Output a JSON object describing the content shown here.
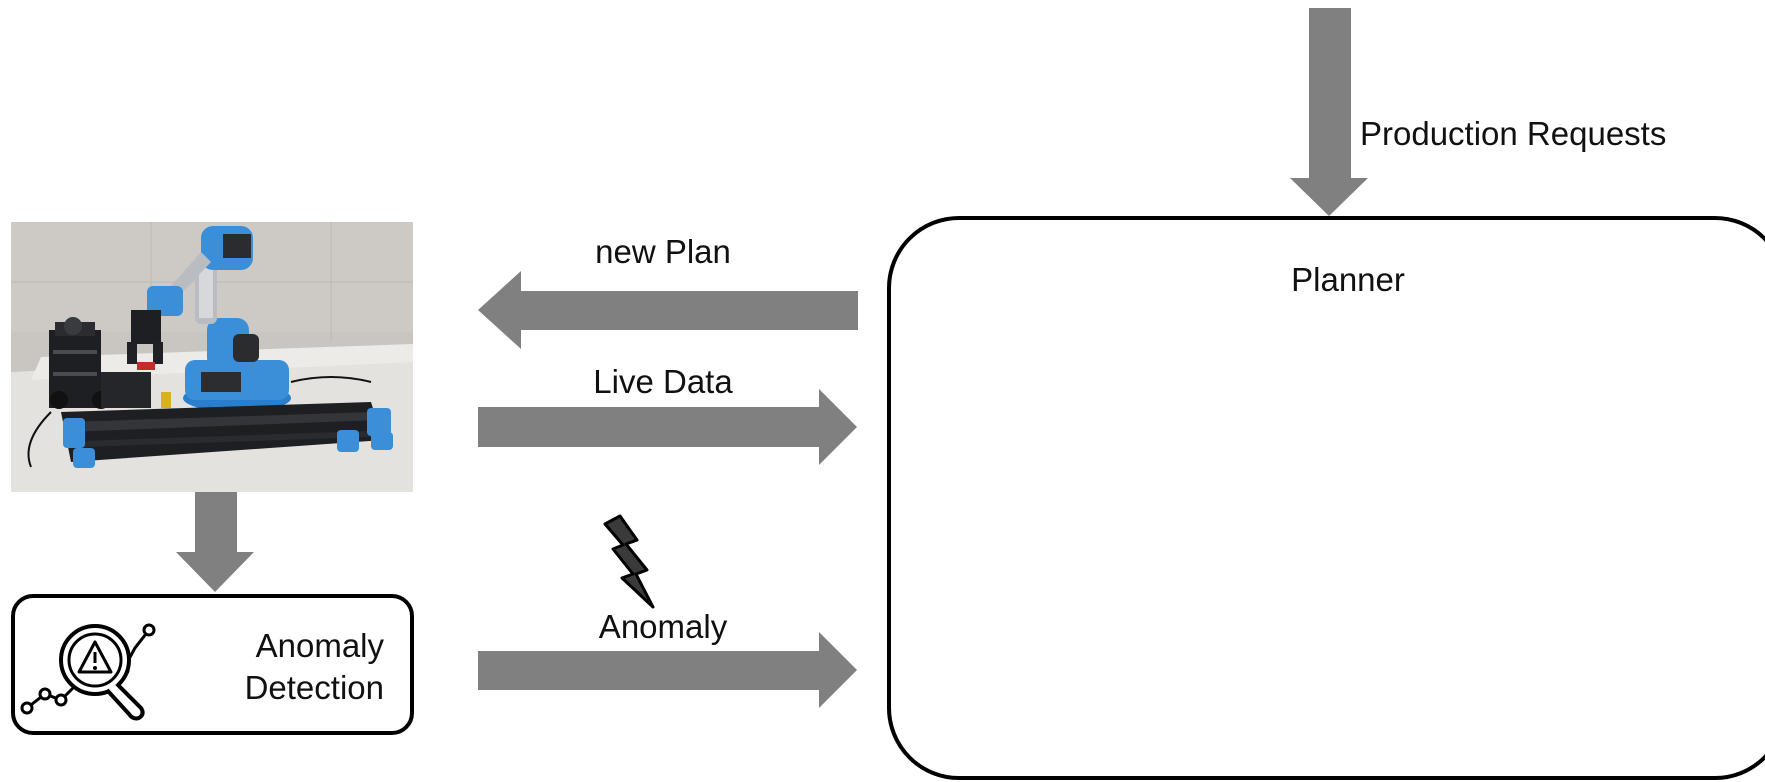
{
  "labels": {
    "production_requests": "Production Requests",
    "planner": "Planner",
    "new_plan": "new Plan",
    "live_data": "Live Data",
    "anomaly": "Anomaly",
    "anomaly_detection_line1": "Anomaly",
    "anomaly_detection_line2": "Detection"
  },
  "colors": {
    "arrow": "#808080",
    "border": "#000000",
    "robot_blue": "#3a8fd8",
    "wall": "#c9c6c1",
    "table": "#e8e6e2",
    "conveyor": "#1e1f22"
  },
  "icons": {
    "photo": "robot-arm-workcell-photo",
    "anomaly_detection": "magnifier-warning-icon",
    "anomaly_event": "lightning-bolt-icon"
  }
}
